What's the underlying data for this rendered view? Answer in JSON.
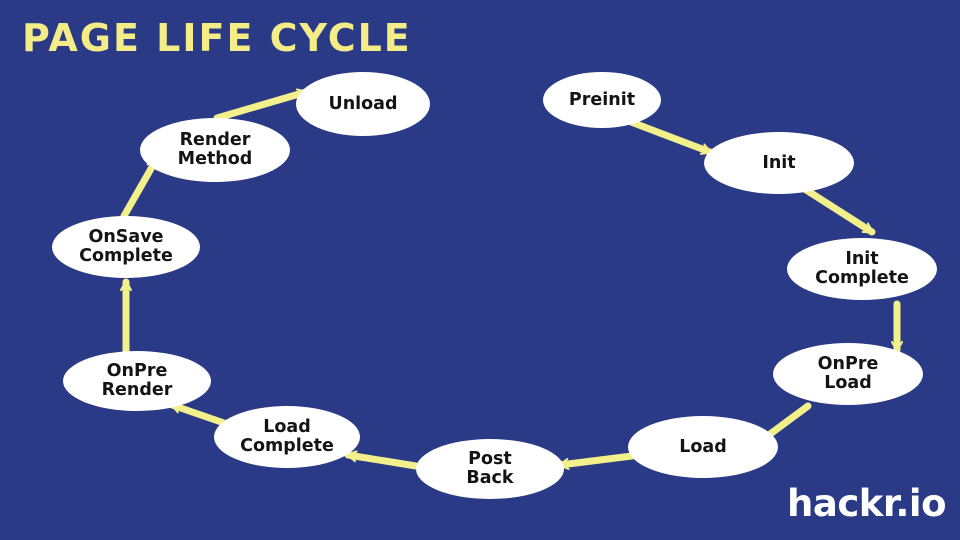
{
  "title": "PAGE LIFE CYCLE",
  "brand": "hackr.io",
  "colors": {
    "background": "#2a3a86",
    "title": "#f4ec86",
    "arrow": "#f3ef8a",
    "node_fill": "#ffffff",
    "node_text": "#141414",
    "brand_text": "#ffffff"
  },
  "nodes": [
    {
      "id": "preinit",
      "label": "Preinit"
    },
    {
      "id": "init",
      "label": "Init"
    },
    {
      "id": "init-complete",
      "label": "Init\nComplete"
    },
    {
      "id": "onpre-load",
      "label": "OnPre\nLoad"
    },
    {
      "id": "load",
      "label": "Load"
    },
    {
      "id": "post-back",
      "label": "Post\nBack"
    },
    {
      "id": "load-complete",
      "label": "Load\nComplete"
    },
    {
      "id": "onpre-render",
      "label": "OnPre\nRender"
    },
    {
      "id": "onsave-complete",
      "label": "OnSave\nComplete"
    },
    {
      "id": "render-method",
      "label": "Render\nMethod"
    },
    {
      "id": "unload",
      "label": "Unload"
    }
  ],
  "edges": [
    {
      "from": "preinit",
      "to": "init"
    },
    {
      "from": "init",
      "to": "init-complete"
    },
    {
      "from": "init-complete",
      "to": "onpre-load"
    },
    {
      "from": "onpre-load",
      "to": "load"
    },
    {
      "from": "load",
      "to": "post-back"
    },
    {
      "from": "post-back",
      "to": "load-complete"
    },
    {
      "from": "load-complete",
      "to": "onpre-render"
    },
    {
      "from": "onpre-render",
      "to": "onsave-complete"
    },
    {
      "from": "onsave-complete",
      "to": "render-method"
    },
    {
      "from": "render-method",
      "to": "unload"
    }
  ]
}
